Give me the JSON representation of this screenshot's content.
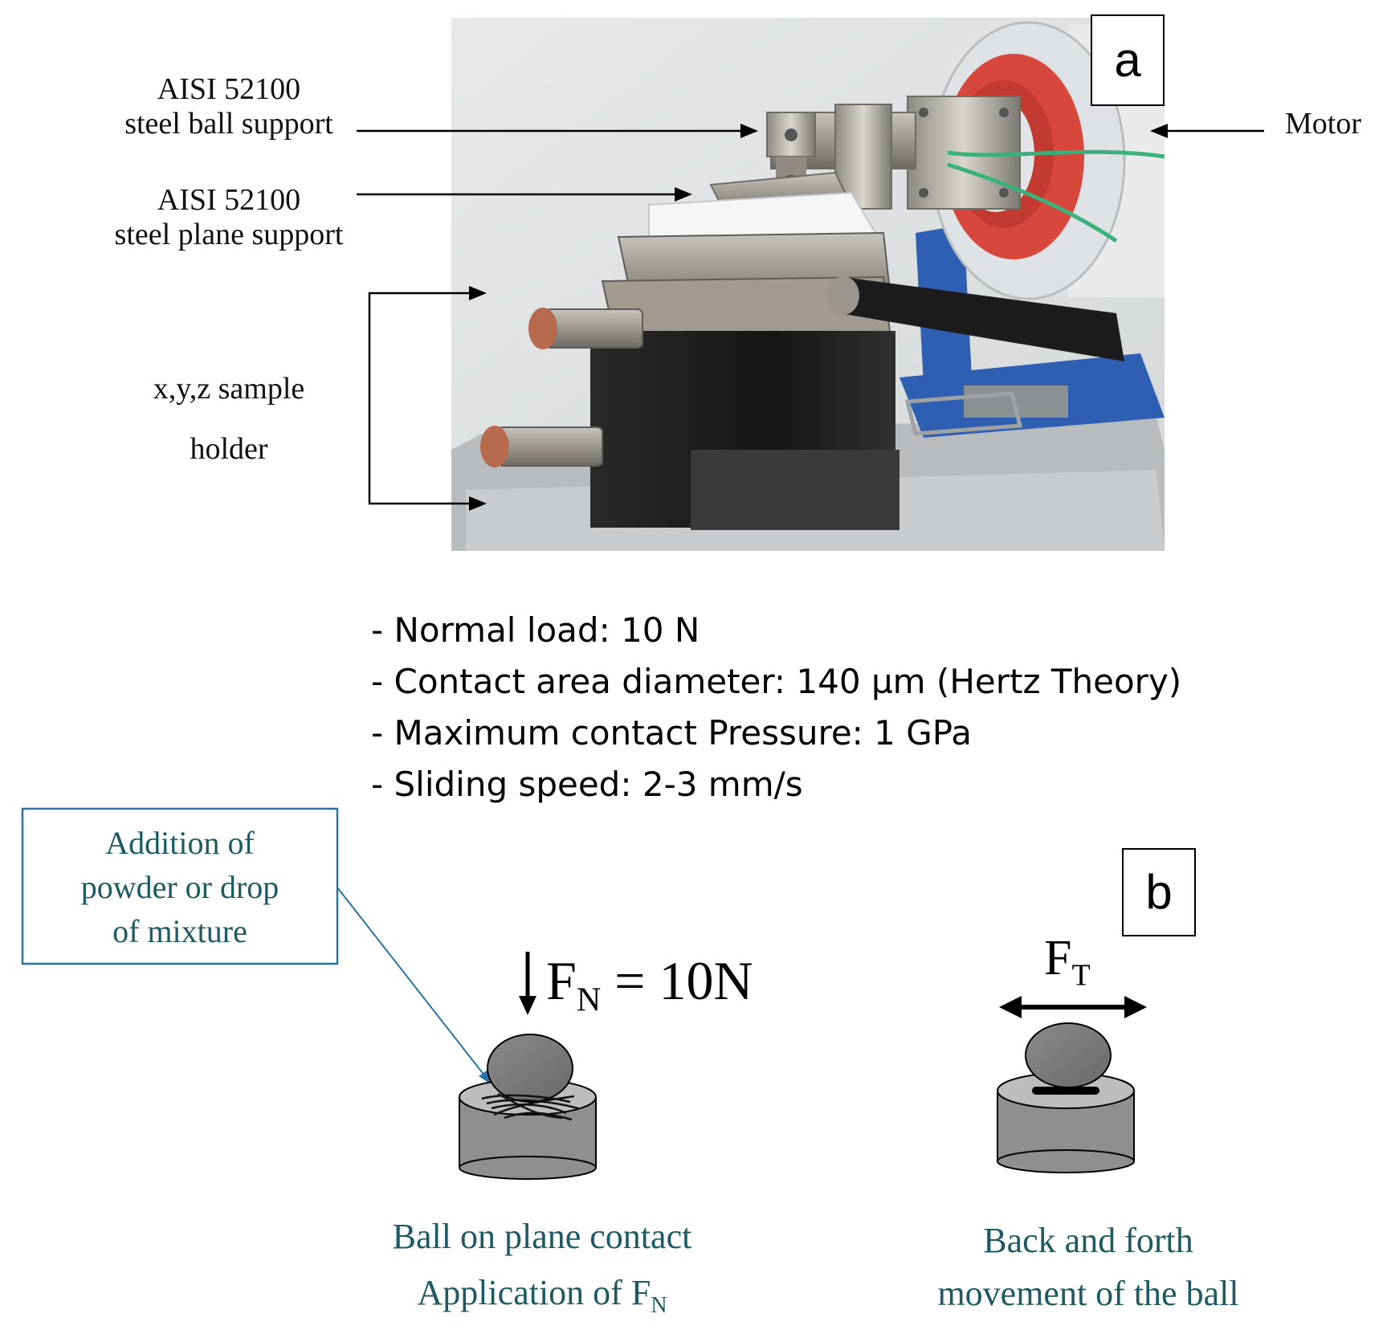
{
  "panel_a": {
    "letter": "a",
    "labels": {
      "ball_support": [
        "AISI 52100",
        "steel ball support"
      ],
      "plane_support": [
        "AISI 52100",
        "steel plane support"
      ],
      "holder": [
        "x,y,z  sample",
        "holder"
      ],
      "motor": "Motor"
    }
  },
  "parameters": [
    "- Normal load: 10 N",
    "- Contact area diameter: 140 µm (Hertz Theory)",
    "- Maximum contact Pressure: 1 GPa",
    "- Sliding speed: 2-3 mm/s"
  ],
  "panel_b": {
    "letter": "b",
    "addition_box": [
      "Addition of",
      "powder or  drop",
      "of mixture"
    ],
    "force_normal": {
      "symbol": "F",
      "sub": "N",
      "rest": " = 10N"
    },
    "force_tangential": {
      "symbol": "F",
      "sub": "T"
    },
    "caption_left": {
      "line1": "Ball on plane contact",
      "line2": "Application of F",
      "line2_sub": "N"
    },
    "caption_right": [
      "Back and forth",
      "movement of the ball"
    ]
  },
  "colors": {
    "motor_ring": "#d8473b",
    "base_plate_blue": "#2f5fb2",
    "cable_green": "#3bb07a",
    "caption_teal": "#1d5a63",
    "box_border": "#2a73a8"
  }
}
